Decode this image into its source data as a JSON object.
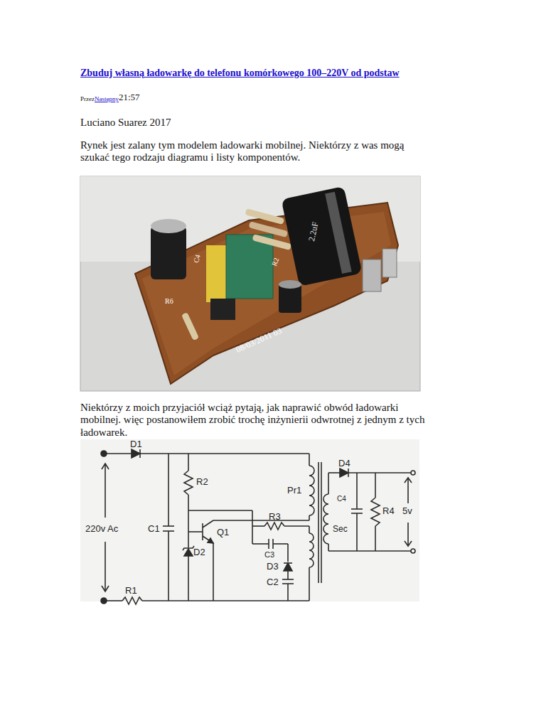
{
  "diagram": {
    "title": "Zbuduj własną ładowarkę do telefonu komórkowego 100–220V od podstaw",
    "labels": [
      "Przez",
      "Następny",
      "21:57",
      "Luciano Suarez 2017",
      "Rynek jest zalany tym modelem ładowarki mobilnej. Niektórzy z was mogą szukać tego rodzaju diagramu i listy komponentów.",
      "2.2uF",
      "C4",
      "R2",
      "R6",
      "08/03/2011 03",
      "Niektórzy z moich przyjaciół wciąż pytają, jak naprawić obwód ładowarki mobilnej. więc postanowiłem zrobić trochę inżynierii odwrotnej z jednym z tych ładowarek.",
      "D1",
      "220v Ac",
      "R2",
      "Pr1",
      "D4",
      "C1",
      "Q1",
      "R3",
      "C3",
      "D2",
      "D3",
      "C2",
      "R1",
      "Sec",
      "C4",
      "R4",
      "5v"
    ]
  }
}
